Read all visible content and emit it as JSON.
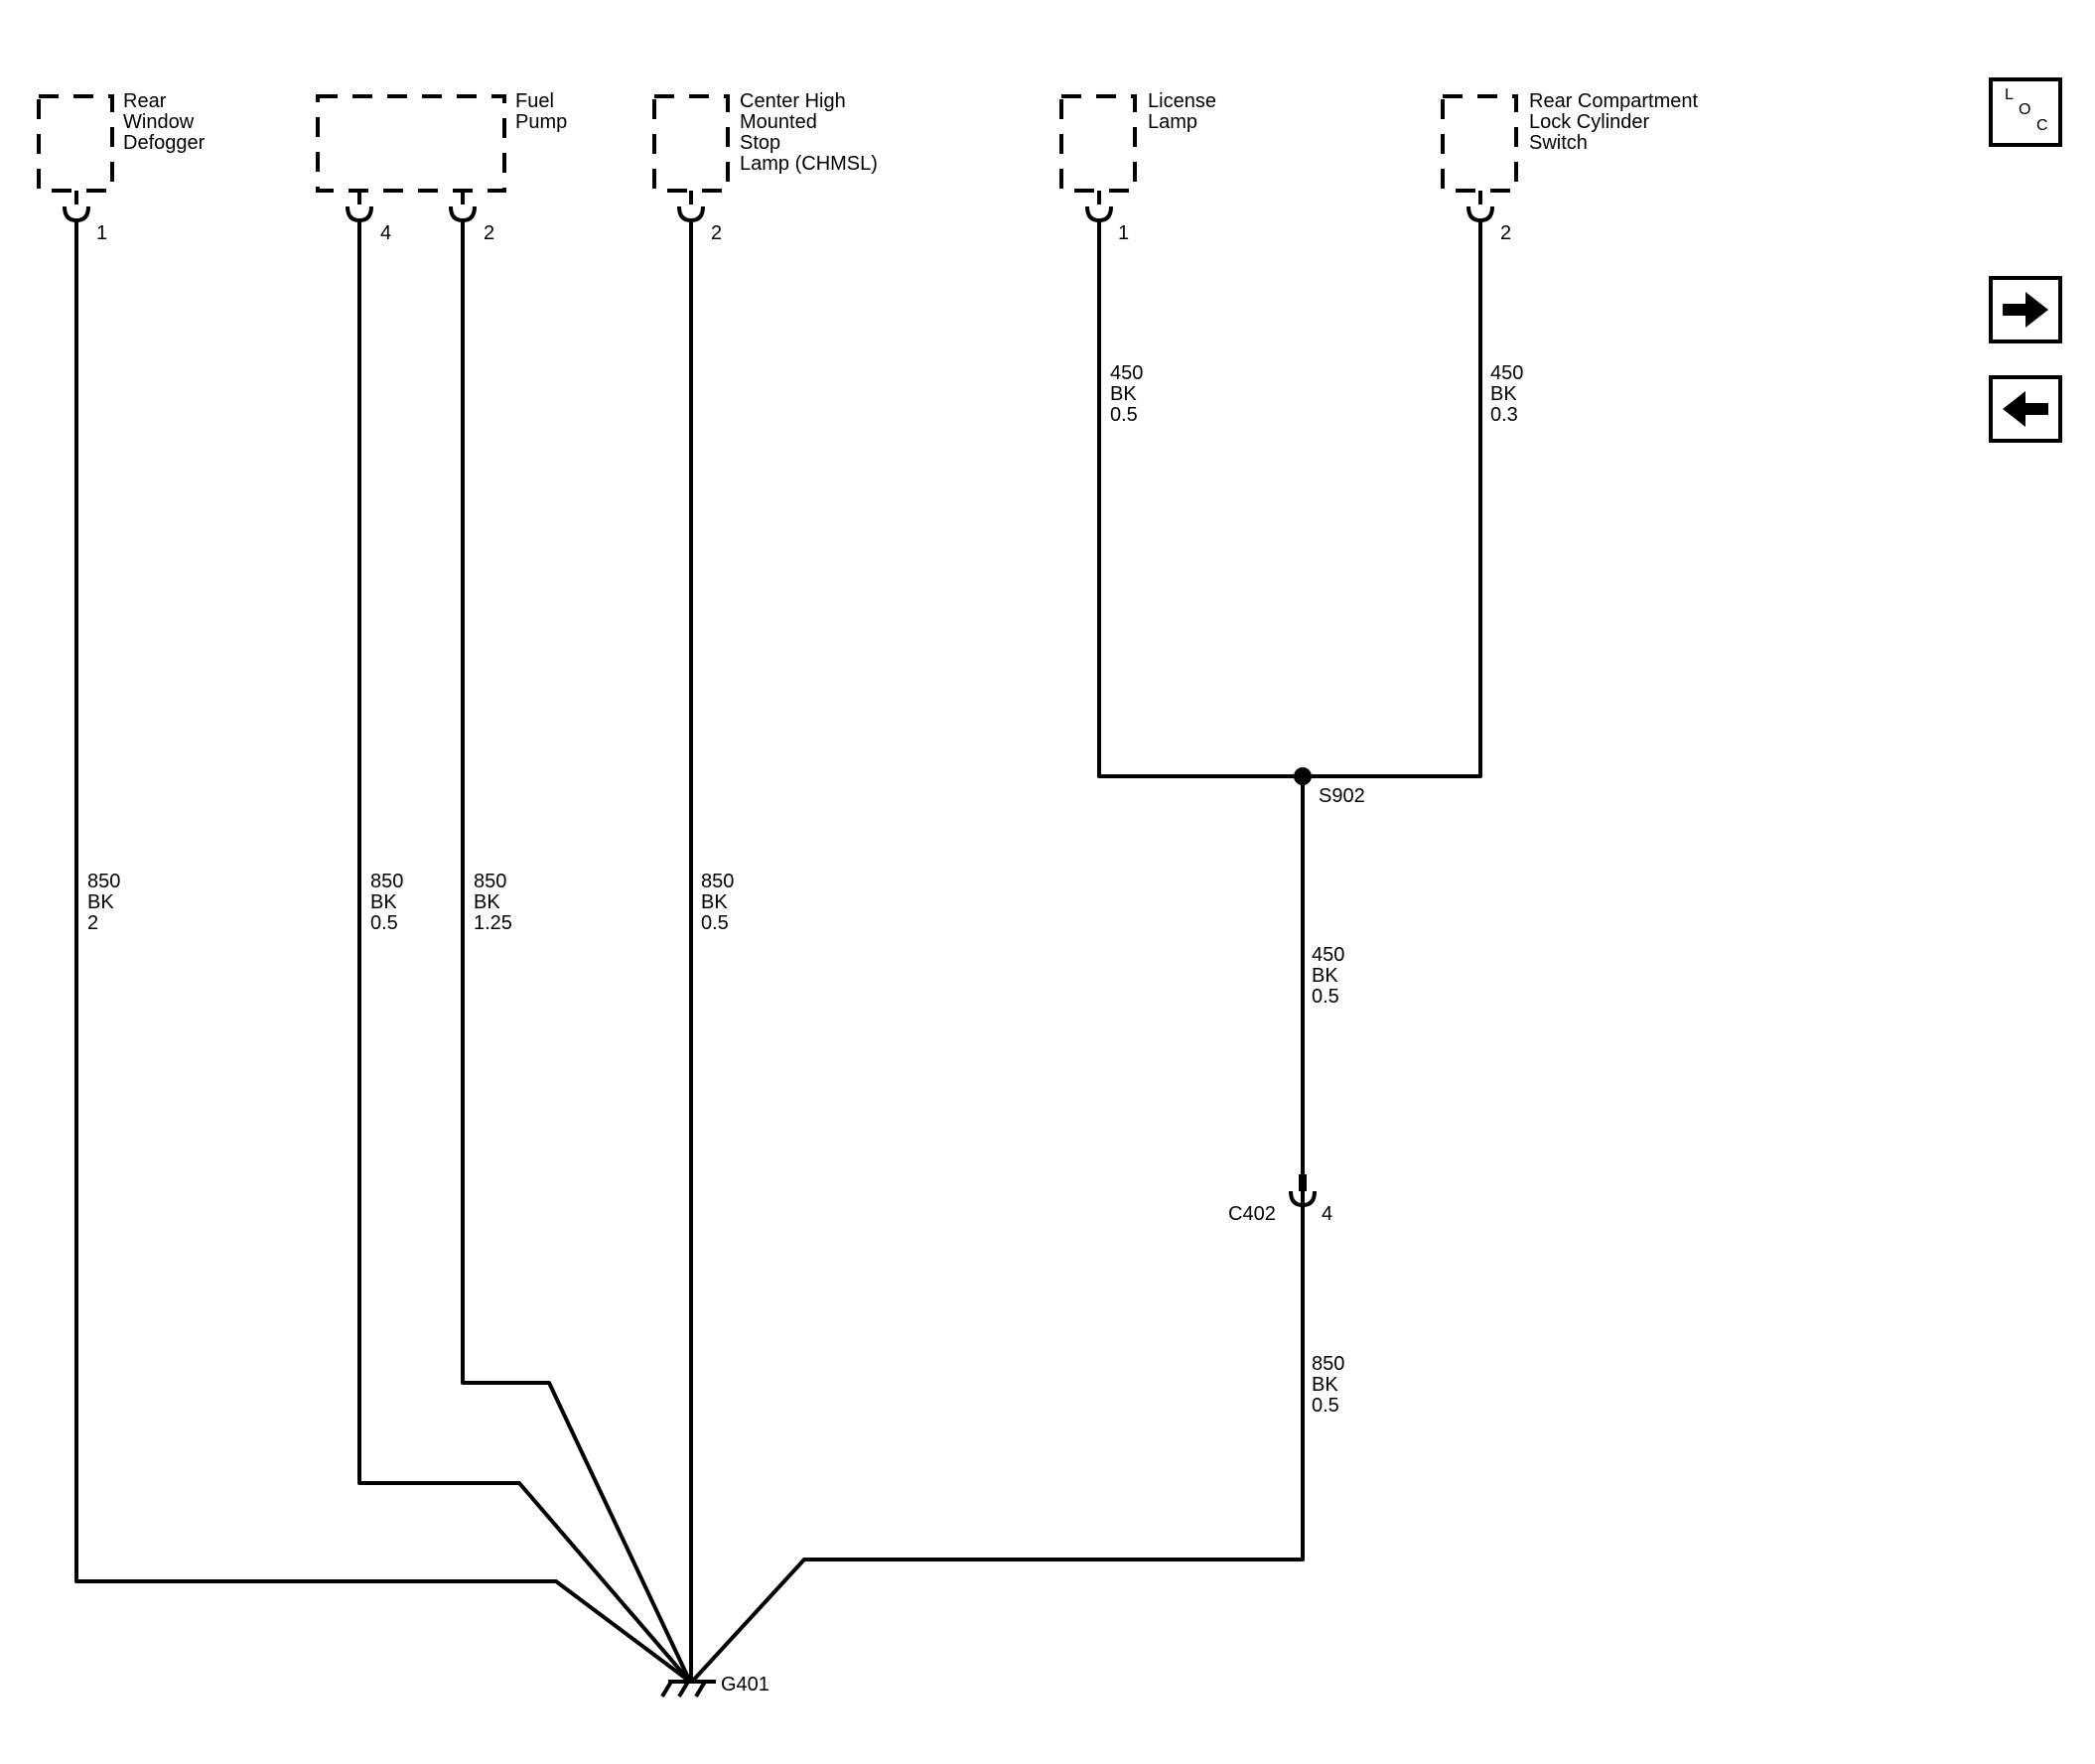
{
  "components": [
    {
      "id": "rear-window-defogger",
      "label": "Rear\nWindow\nDefogger",
      "pins": [
        "1"
      ]
    },
    {
      "id": "fuel-pump",
      "label": "Fuel\nPump",
      "pins": [
        "4",
        "2"
      ]
    },
    {
      "id": "chmsl",
      "label": "Center High\nMounted\nStop\nLamp (CHMSL)",
      "pins": [
        "2"
      ]
    },
    {
      "id": "license-lamp",
      "label": "License\nLamp",
      "pins": [
        "1"
      ]
    },
    {
      "id": "rear-compartment-lock-cylinder-switch",
      "label": "Rear Compartment\nLock Cylinder\nSwitch",
      "pins": [
        "2"
      ]
    }
  ],
  "wires": [
    {
      "id": "defogger",
      "circuit": "850",
      "color": "BK",
      "gauge": "2"
    },
    {
      "id": "fuel-pump-4",
      "circuit": "850",
      "color": "BK",
      "gauge": "0.5"
    },
    {
      "id": "fuel-pump-2",
      "circuit": "850",
      "color": "BK",
      "gauge": "1.25"
    },
    {
      "id": "chmsl",
      "circuit": "850",
      "color": "BK",
      "gauge": "0.5"
    },
    {
      "id": "license-lamp",
      "circuit": "450",
      "color": "BK",
      "gauge": "0.5"
    },
    {
      "id": "lock-switch",
      "circuit": "450",
      "color": "BK",
      "gauge": "0.3"
    },
    {
      "id": "splice-to-connector",
      "circuit": "450",
      "color": "BK",
      "gauge": "0.5"
    },
    {
      "id": "connector-to-ground",
      "circuit": "850",
      "color": "BK",
      "gauge": "0.5"
    }
  ],
  "splice": {
    "name": "S902"
  },
  "connector": {
    "name": "C402",
    "pin": "4"
  },
  "ground": {
    "name": "G401"
  },
  "nav": {
    "loc_letters": [
      "L",
      "O",
      "C"
    ],
    "forward_icon": "arrow-right-icon",
    "back_icon": "arrow-left-icon"
  }
}
